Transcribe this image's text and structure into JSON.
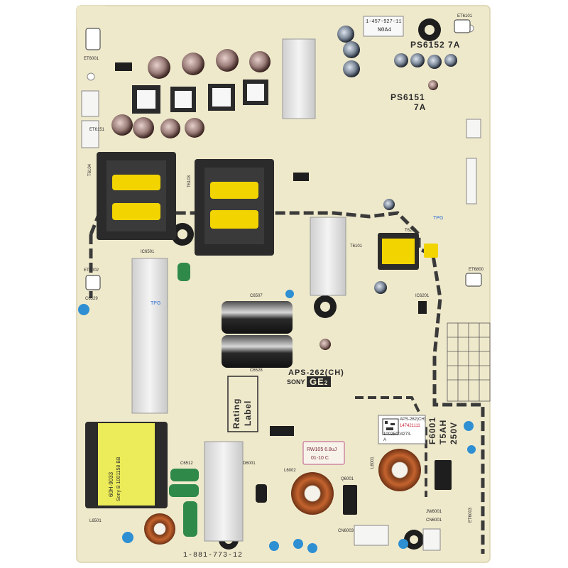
{
  "board": {
    "model": "APS-262(CH)",
    "brand": "SONY",
    "ge_mark": "GE",
    "ge_sub": "2",
    "part_number": "1-881-773-12",
    "rating_label_line1": "Rating",
    "rating_label_line2": "Label",
    "tpg_left": "TPG",
    "tpg_right": "TPG"
  },
  "fuses": {
    "ps6152": "PS6152  7A",
    "ps6151_a": "PS6151",
    "ps6151_b": "7A",
    "f6001_a": "F6001",
    "f6001_b": "T5AH",
    "f6001_c": "250V"
  },
  "stickers": {
    "top_sticker_l1": "1-457-927-11",
    "top_sticker_l2": "N0A4",
    "barcode_l1": "APS-262(CH)",
    "barcode_l2": "147421111",
    "barcode_l3": "1002E004273-",
    "barcode_l4": "A",
    "cap_label_l1": "RW105 6.8uJ",
    "cap_label_l2": "01-10  C",
    "transformer_label_l1": "60H-9033",
    "transformer_label_l2": "Sony B 1001158 BB"
  },
  "designators": {
    "t6101": "T6101",
    "t6104": "T6104",
    "t6103": "T6103",
    "t6201": "T6201",
    "c6507": "C6507",
    "c6528": "C6528",
    "c6529": "C6529",
    "c6512": "C6512",
    "l6001": "L6001",
    "l6002": "L6002",
    "l6501": "L6501",
    "et6001": "ET6001",
    "et6002": "ET6002",
    "et6003": "ET6003",
    "et6800": "ET6800",
    "et6101": "ET6101",
    "et6151": "ET6151",
    "ic6201": "IC6201",
    "q6001": "Q6001",
    "d6001": "D6001",
    "cn6001": "CN6001",
    "cn6003": "CN6003",
    "jw6001": "JW6001",
    "ic6501": "IC6501"
  },
  "colors": {
    "pcb": "#efe9cc",
    "trace": "#3a3a3a",
    "capacitor": "#3a2320",
    "transformer_core": "#f2d400",
    "bobbin": "#2b2b2b",
    "copper": "#b5582a",
    "heatsink": "#d8d8d8",
    "inductor_green": "#2f8a4a",
    "y_cap_blue": "#2e8fd2"
  }
}
